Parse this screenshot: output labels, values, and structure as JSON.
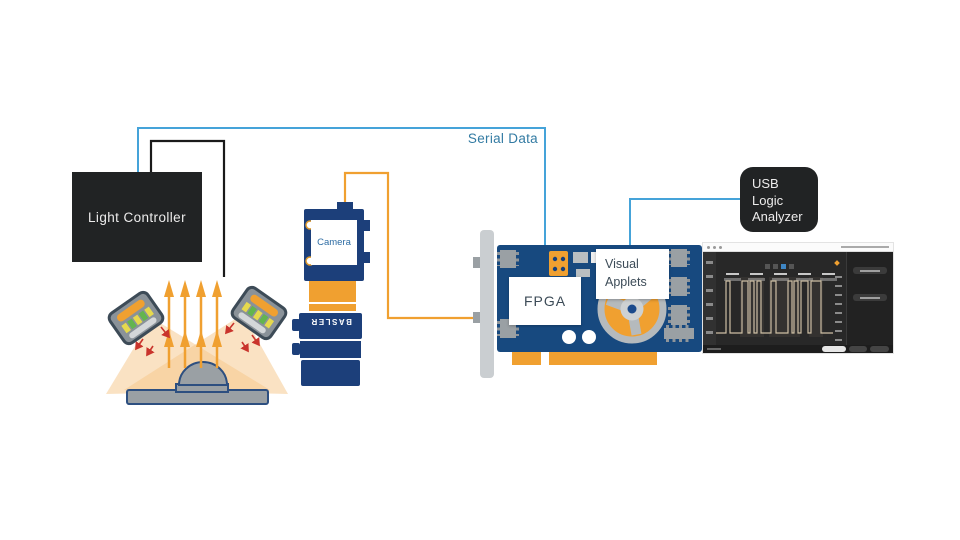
{
  "colors": {
    "wire-blue": "#45a3d9",
    "wire-black": "#1a1a1a",
    "accent-orange": "#f0a030",
    "card-blue": "#17497f",
    "camera-blue": "#1c3f7a",
    "dark-box": "#212324",
    "serial-label": "#337ba3",
    "chip-label": "#3c4b57",
    "cone-peach": "#f6c588",
    "arrow-red": "#c9342c"
  },
  "labels": {
    "serial_data": "Serial Data",
    "light_controller": "Light Controller",
    "camera": "Camera",
    "lens_brand": "BASLER",
    "fpga": "FPGA",
    "visual_applets": {
      "line1": "Visual",
      "line2": "Applets"
    },
    "usb_logic_analyzer": {
      "line1": "USB",
      "line2": "Logic",
      "line3": "Analyzer"
    }
  }
}
